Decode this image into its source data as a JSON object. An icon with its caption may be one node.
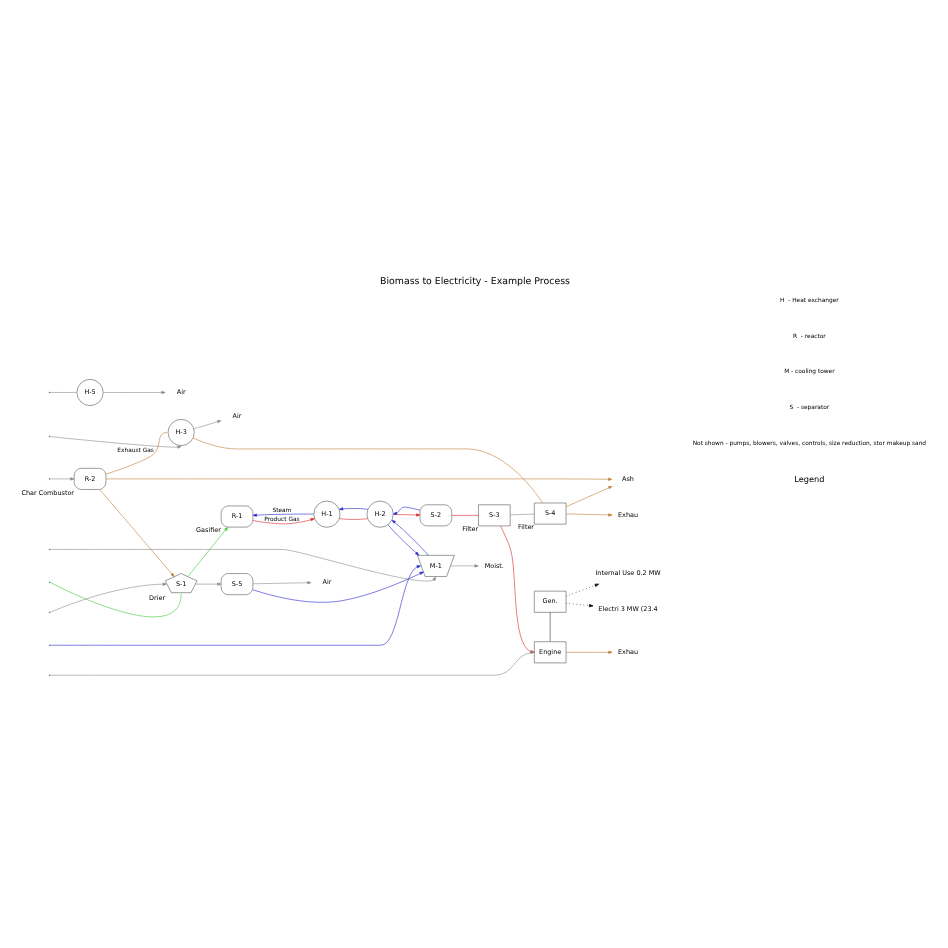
{
  "diagram": {
    "title": "Biomass to Electricity - Example Process",
    "nodes": [
      {
        "text": [
          "S-1"
        ],
        "beside": [
          "Drier"
        ]
      },
      {
        "text": [
          "R-1"
        ],
        "beside": [
          "Gasifier"
        ]
      },
      {
        "text": [
          "R-2"
        ],
        "beside": [
          "Char Combustor"
        ]
      },
      {
        "text": [
          "H-1"
        ]
      },
      {
        "text": [
          "H-2"
        ]
      },
      {
        "text": [
          "H-3"
        ]
      },
      {
        "text": [
          "H-5"
        ]
      },
      {
        "text": [
          "S-2"
        ]
      },
      {
        "text": [
          "S-3"
        ],
        "beside": [
          "Filter"
        ]
      },
      {
        "text": [
          "S-4"
        ],
        "beside": [
          "Filter"
        ]
      },
      {
        "text": [
          "S-5"
        ]
      },
      {
        "text": [
          "M-1"
        ]
      },
      {
        "text": [
          "Gen."
        ]
      },
      {
        "text": [
          "Engine"
        ]
      },
      {
        "text": [
          "Internal Use 0.2 MW"
        ]
      },
      {
        "text": [
          "Electri 3 MW (23.4"
        ]
      },
      {
        "text": [
          "Air"
        ]
      },
      {
        "text": [
          "Air"
        ]
      },
      {
        "text": [
          "Moist."
        ]
      },
      {
        "text": [
          "Exhau"
        ]
      },
      {
        "text": [
          "Exhau"
        ]
      },
      {
        "text": [
          "Ash"
        ]
      },
      {
        "text": [
          "Air"
        ]
      }
    ],
    "edges": [
      {
        "from": null,
        "to": 0,
        "arrow": "none",
        "color": "#33cc33"
      },
      {
        "from": 0,
        "to": 1,
        "arrow": "to",
        "color": "#33cc33"
      },
      {
        "from": null,
        "to": 6,
        "arrow": "none"
      },
      {
        "from": 6,
        "to": 16,
        "arrow": "to"
      },
      {
        "from": 10,
        "to": 17,
        "arrow": "to"
      },
      {
        "from": 0,
        "to": 10,
        "arrow": "to"
      },
      {
        "from": null,
        "to": 0,
        "arrow": "to"
      },
      {
        "from": null,
        "to": 2,
        "arrow": "to"
      },
      {
        "from": null,
        "to": 5,
        "arrow": "to"
      },
      {
        "from": 5,
        "to": 22,
        "arrow": "to"
      },
      {
        "from": null,
        "to": 11,
        "arrow": "to",
        "color": "#2222cc"
      },
      {
        "from": 10,
        "to": 11,
        "arrow": "to",
        "color": "#2222cc"
      },
      {
        "from": 4,
        "to": 11,
        "arrow": "to",
        "color": "#2222cc"
      },
      {
        "from": 11,
        "to": 4,
        "arrow": "to",
        "color": "#2222cc"
      },
      {
        "from": 4,
        "to": 3,
        "arrow": "to",
        "color": "#2222cc"
      },
      {
        "from": 3,
        "to": 1,
        "arrow": "to",
        "label": "Steam",
        "color": "#2222cc"
      },
      {
        "from": 7,
        "to": 4,
        "arrow": "to",
        "color": "#2222cc"
      },
      {
        "from": 1,
        "to": 3,
        "arrow": "to",
        "label": "Product Gas",
        "color": "#dd2222"
      },
      {
        "from": 3,
        "to": 4,
        "arrow": "none",
        "color": "#dd2222"
      },
      {
        "from": 4,
        "to": 7,
        "arrow": "to",
        "color": "#dd2222"
      },
      {
        "from": 7,
        "to": 8,
        "arrow": "none",
        "color": "#dd2222"
      },
      {
        "from": 8,
        "to": 13,
        "arrow": "to",
        "color": "#dd2222"
      },
      {
        "from": null,
        "to": 11,
        "arrow": "to"
      },
      {
        "from": null,
        "to": 13,
        "arrow": "to"
      },
      {
        "from": 11,
        "to": 18,
        "arrow": "to"
      },
      {
        "from": 12,
        "to": 13,
        "arrow": "none",
        "color": "#333333"
      },
      {
        "from": 12,
        "to": 14,
        "arrow": "to",
        "style": "dashed",
        "color": "#111111"
      },
      {
        "from": 12,
        "to": 15,
        "arrow": "to",
        "style": "dashed",
        "color": "#111111"
      },
      {
        "from": 13,
        "to": 19,
        "arrow": "to",
        "color": "#c07a30"
      },
      {
        "from": 2,
        "to": 5,
        "arrow": "none",
        "label": "Exhaust Gas",
        "color": "#c07a30"
      },
      {
        "from": 5,
        "to": 9,
        "arrow": "none",
        "color": "#c07a30"
      },
      {
        "from": 9,
        "to": 20,
        "arrow": "to",
        "color": "#c07a30"
      },
      {
        "from": 8,
        "to": 9,
        "arrow": "none"
      },
      {
        "from": 9,
        "to": 21,
        "arrow": "to",
        "color": "#c07a30"
      },
      {
        "from": 2,
        "to": 21,
        "arrow": "to",
        "color": "#c07a30"
      },
      {
        "from": 2,
        "to": 0,
        "arrow": "to",
        "color": "#c07a30"
      }
    ],
    "labels": [
      "Legend",
      "H  - Heat exchanger",
      "R  - reactor",
      "M - cooling tower",
      "S  - separator",
      "Not shown - pumps, blowers, valves, controls, size reduction, stor makeup sand"
    ]
  }
}
